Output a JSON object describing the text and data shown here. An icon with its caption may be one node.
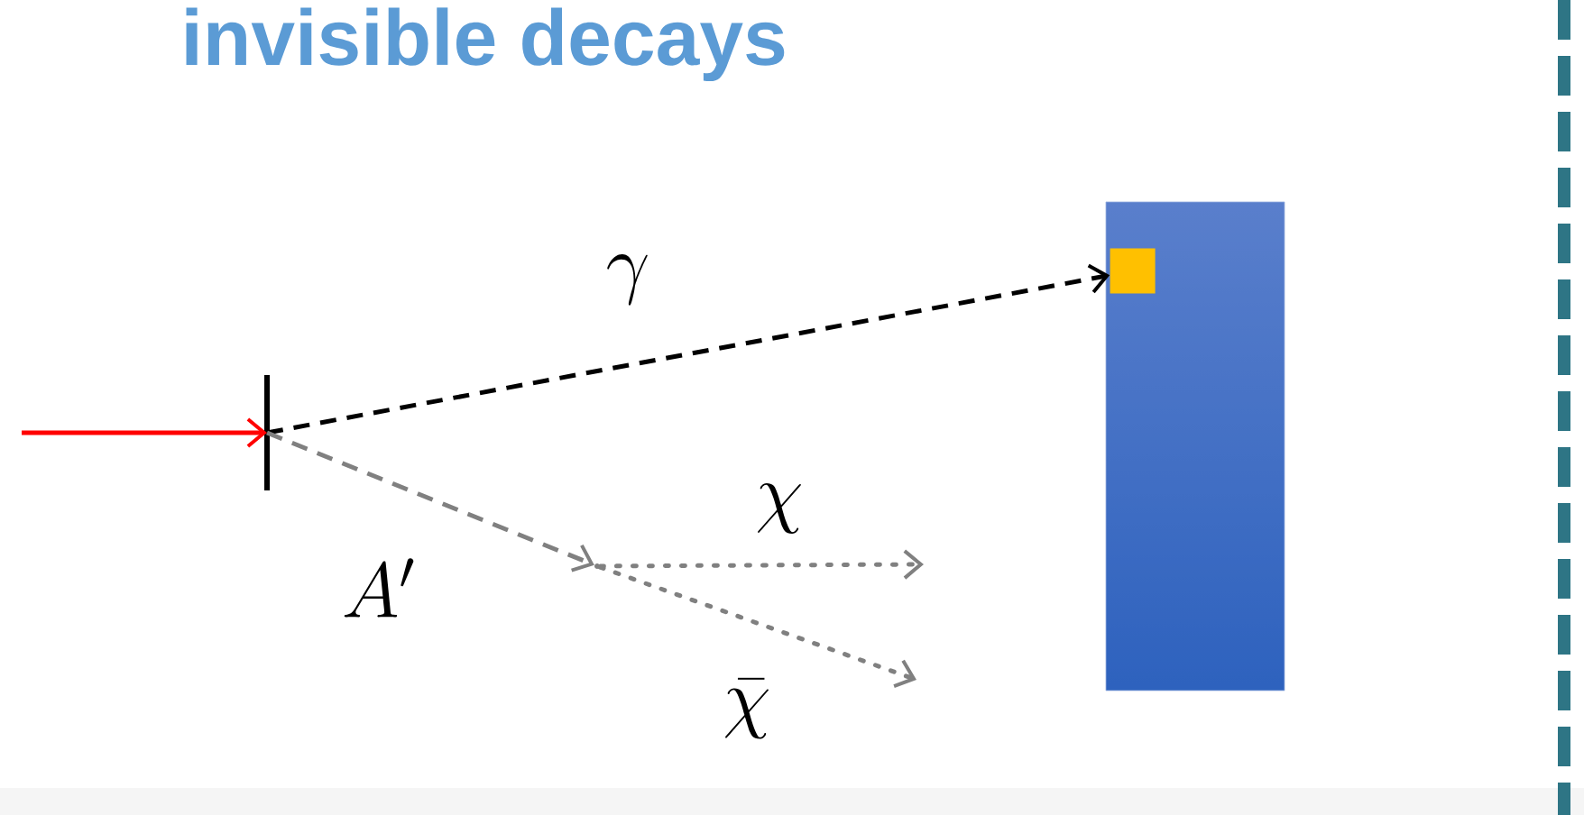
{
  "diagram": {
    "title": "invisible decays",
    "nodes": [
      {
        "text": [],
        "shape": "bar"
      },
      {
        "text": [],
        "shape": "point"
      },
      {
        "text": [],
        "shape": "box"
      },
      {
        "text": [],
        "shape": "box",
        "in": 2
      }
    ],
    "edges": [
      {
        "from": null,
        "to": 0,
        "arrow": "to",
        "color": "#ff0000"
      },
      {
        "from": 0,
        "to": 3,
        "arrow": "to",
        "label": "\\gamma",
        "style": "dashed",
        "color": "#000000"
      },
      {
        "from": 0,
        "to": 1,
        "arrow": "to",
        "label": "A'",
        "style": "dashed"
      },
      {
        "from": 1,
        "to": null,
        "arrow": "to",
        "label": "\\chi",
        "style": "dashed"
      },
      {
        "from": 1,
        "to": null,
        "arrow": "to",
        "label": "\\bar{\\chi}",
        "style": "dashed"
      }
    ]
  }
}
